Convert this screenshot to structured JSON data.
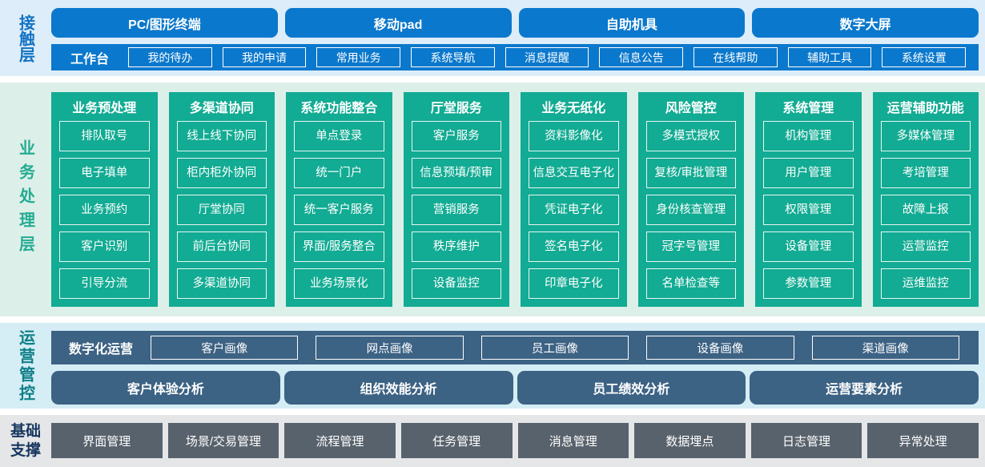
{
  "colors": {
    "blue": "#0a78cc",
    "green": "#12ab93",
    "slate": "#3c6284",
    "gray": "#58626c"
  },
  "contact": {
    "label": "接触层",
    "channels": [
      "PC/图形终端",
      "移动pad",
      "自助机具",
      "数字大屏"
    ],
    "workbench": {
      "label": "工作台",
      "items": [
        "我的待办",
        "我的申请",
        "常用业务",
        "系统导航",
        "消息提醒",
        "信息公告",
        "在线帮助",
        "辅助工具",
        "系统设置"
      ]
    }
  },
  "business": {
    "label": "业务处理层",
    "columns": [
      {
        "title": "业务预处理",
        "items": [
          "排队取号",
          "电子填单",
          "业务预约",
          "客户识别",
          "引导分流"
        ]
      },
      {
        "title": "多渠道协同",
        "items": [
          "线上线下协同",
          "柜内柜外协同",
          "厅堂协同",
          "前后台协同",
          "多渠道协同"
        ]
      },
      {
        "title": "系统功能整合",
        "items": [
          "单点登录",
          "统一门户",
          "统一客户服务",
          "界面/服务整合",
          "业务场景化"
        ]
      },
      {
        "title": "厅堂服务",
        "items": [
          "客户服务",
          "信息预填/预审",
          "营销服务",
          "秩序维护",
          "设备监控"
        ]
      },
      {
        "title": "业务无纸化",
        "items": [
          "资料影像化",
          "信息交互电子化",
          "凭证电子化",
          "签名电子化",
          "印章电子化"
        ]
      },
      {
        "title": "风险管控",
        "items": [
          "多模式授权",
          "复核/审批管理",
          "身份核查管理",
          "冠字号管理",
          "名单检查等"
        ]
      },
      {
        "title": "系统管理",
        "items": [
          "机构管理",
          "用户管理",
          "权限管理",
          "设备管理",
          "参数管理"
        ]
      },
      {
        "title": "运营辅助功能",
        "items": [
          "多媒体管理",
          "考培管理",
          "故障上报",
          "运营监控",
          "运维监控"
        ]
      }
    ]
  },
  "operations": {
    "label": "运营管控",
    "digital": {
      "label": "数字化运营",
      "items": [
        "客户画像",
        "网点画像",
        "员工画像",
        "设备画像",
        "渠道画像"
      ]
    },
    "analysis": [
      "客户体验分析",
      "组织效能分析",
      "员工绩效分析",
      "运营要素分析"
    ]
  },
  "foundation": {
    "label": "基础支撑",
    "items": [
      "界面管理",
      "场景/交易管理",
      "流程管理",
      "任务管理",
      "消息管理",
      "数据埋点",
      "日志管理",
      "异常处理"
    ]
  }
}
